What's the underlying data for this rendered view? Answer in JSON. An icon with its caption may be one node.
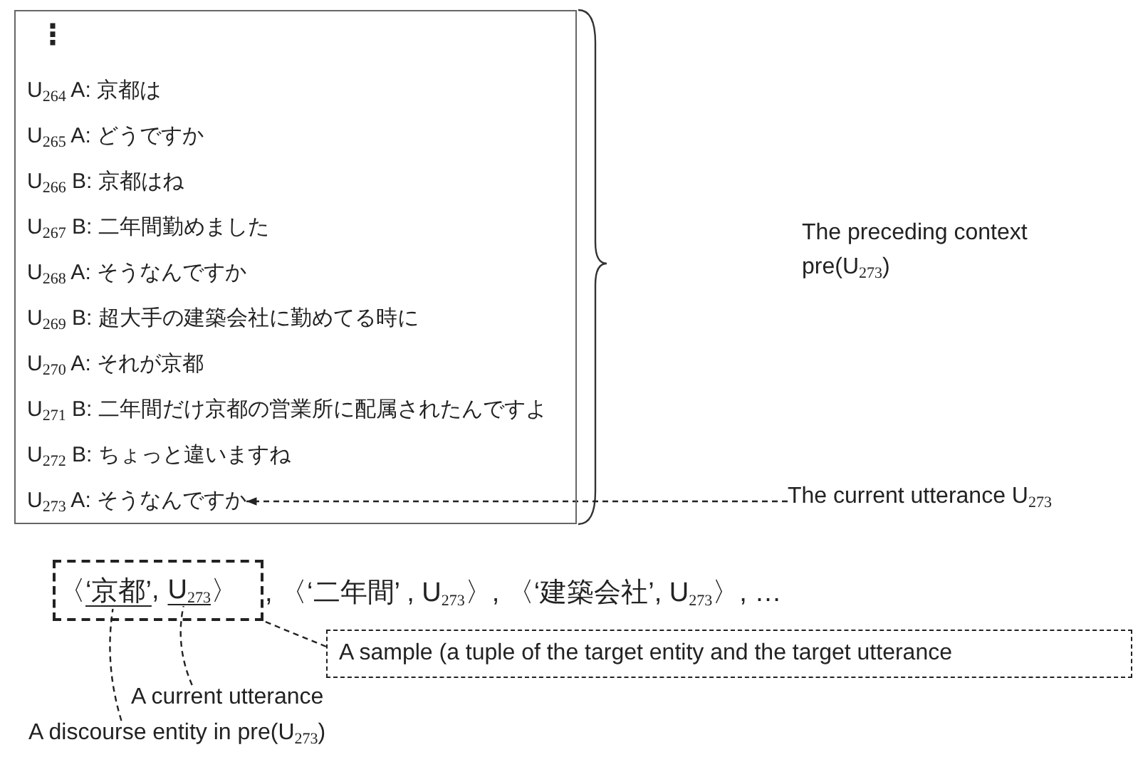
{
  "diagram": {
    "nodes": [
      {
        "text": [
          "⋮"
        ]
      },
      {
        "text": [
          "U$_{264}$ A: 京都は"
        ],
        "in": 0
      },
      {
        "text": [
          "U$_{265}$ A: どうですか"
        ],
        "in": 0
      },
      {
        "text": [
          "U$_{266}$ B: 京都はね"
        ],
        "in": 0
      },
      {
        "text": [
          "U$_{267}$ B: 二年間勤めました"
        ],
        "in": 0
      },
      {
        "text": [
          "U$_{268}$ A: そうなんですか"
        ],
        "in": 0
      },
      {
        "text": [
          "U$_{269}$ B: 超大手の建築会社に勤めてる時に"
        ],
        "in": 0
      },
      {
        "text": [
          "U$_{270}$ A: それが京都"
        ],
        "in": 0
      },
      {
        "text": [
          "U$_{271}$ B: 二年間だけ京都の営業所に配属されたんですよ"
        ],
        "in": 0
      },
      {
        "text": [
          "U$_{272}$ B: ちょっと違いますね"
        ],
        "in": 0
      },
      {
        "text": [
          "U$_{273}$ A: そうなんですか"
        ],
        "in": 0
      },
      {
        "text": [
          "The current utterance U$_{273}$"
        ]
      },
      {
        "text": [
          "〈",
          ",",
          "〉"
        ]
      },
      {
        "text": [
          "‘京都’"
        ],
        "in": 12
      },
      {
        "text": [
          "U$_{273}$"
        ],
        "in": 12
      },
      {
        "text": [
          "A sample (a tuple of the target entity and the target utterance"
        ]
      },
      {
        "text": [
          "A current utterance"
        ]
      },
      {
        "text": [
          "A discourse entity in pre(U$_{273}$)"
        ]
      }
    ],
    "edges": [
      {
        "from": 11,
        "to": 10,
        "arrow": "to",
        "style": "dashed"
      },
      {
        "from": 15,
        "to": 12,
        "arrow": "none",
        "style": "dashed"
      },
      {
        "from": 16,
        "to": 14,
        "arrow": "none",
        "style": "dashed"
      },
      {
        "from": 17,
        "to": 13,
        "arrow": "none",
        "style": "dashed"
      }
    ],
    "labels": [
      "The preceding context pre(U$_{273}$)",
      ", 〈‘二年間’ , U$_{273}$〉, 〈‘建築会社’, U$_{273}$〉, …"
    ]
  }
}
